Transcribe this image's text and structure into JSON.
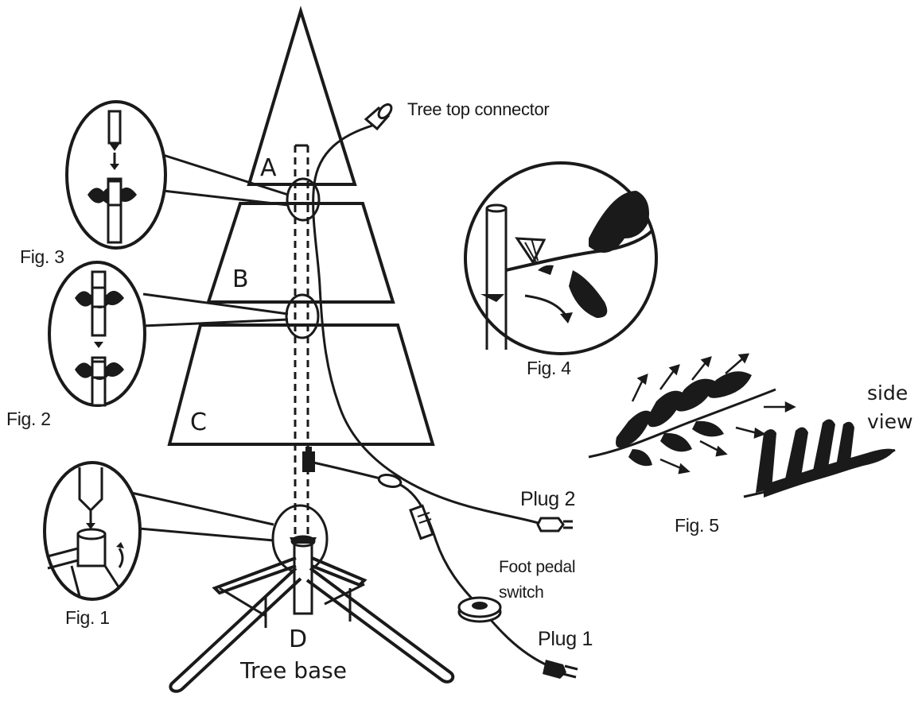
{
  "sections": {
    "a": "A",
    "b": "B",
    "c": "C",
    "d": "D"
  },
  "labels": {
    "tree_top_connector": "Tree top connector",
    "tree_base": "Tree base",
    "plug_1": "Plug 1",
    "plug_2": "Plug 2",
    "foot_pedal_switch_line1": "Foot pedal",
    "foot_pedal_switch_line2": "switch",
    "side_view_line1": "side",
    "side_view_line2": "view"
  },
  "figures": {
    "fig1": "Fig. 1",
    "fig2": "Fig. 2",
    "fig3": "Fig. 3",
    "fig4": "Fig. 4",
    "fig5": "Fig. 5"
  },
  "colors": {
    "ink": "#1a1a1a",
    "background": "#ffffff"
  }
}
